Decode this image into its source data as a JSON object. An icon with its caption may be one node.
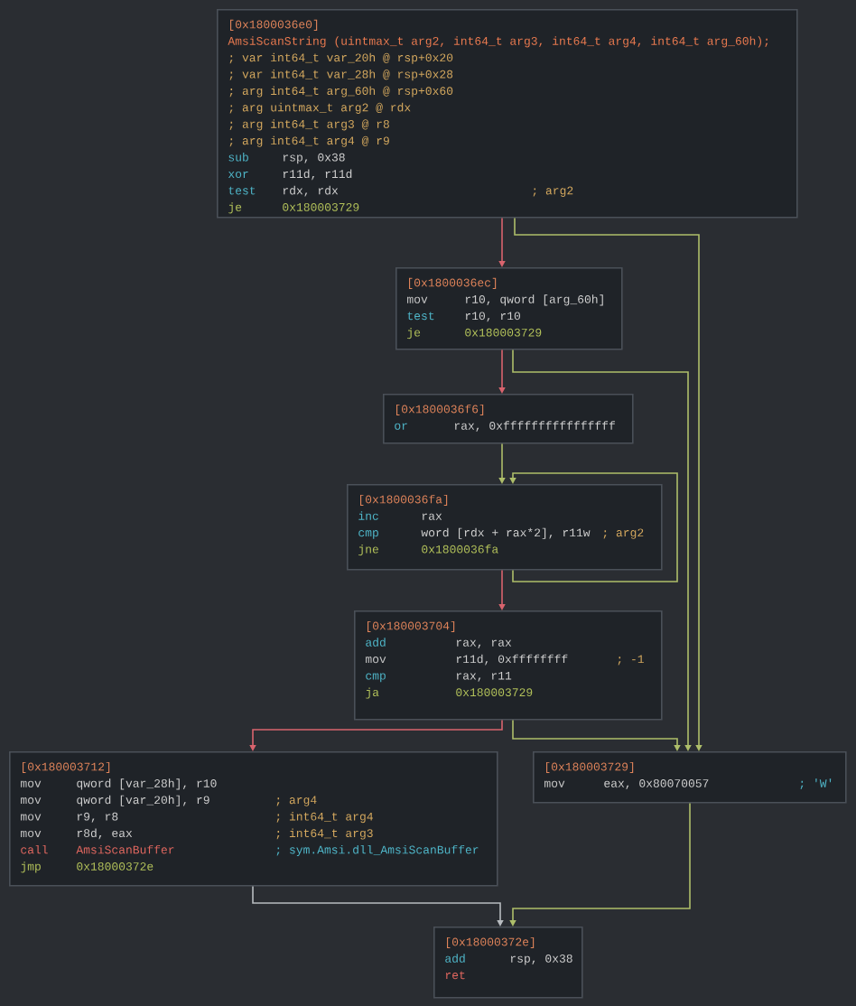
{
  "diagram": {
    "nodes": [
      {
        "text": [
          "[0x1800036e0]",
          "AmsiScanString (uintmax_t arg2, int64_t arg3, int64_t arg4, int64_t arg_60h);",
          "; var int64_t var_20h @ rsp+0x20",
          "; var int64_t var_28h @ rsp+0x28",
          "; arg int64_t arg_60h @ rsp+0x60",
          "; arg uintmax_t arg2 @ rdx",
          "; arg int64_t arg3 @ r8",
          "; arg int64_t arg4 @ r9",
          "sub",
          "rsp, 0x38",
          "xor",
          "r11d, r11d",
          "test",
          "rdx, rdx",
          "; arg2",
          "je",
          "0x180003729"
        ]
      },
      {
        "text": [
          "[0x1800036ec]",
          "mov",
          "r10, qword [arg_60h]",
          "test",
          "r10, r10",
          "je",
          "0x180003729"
        ]
      },
      {
        "text": [
          "[0x1800036f6]",
          "or",
          "rax, 0xffffffffffffffff"
        ]
      },
      {
        "text": [
          "[0x1800036fa]",
          "inc",
          "rax",
          "cmp",
          "word [rdx + rax*2], r11w",
          "; arg2",
          "jne",
          "0x1800036fa"
        ]
      },
      {
        "text": [
          "[0x180003704]",
          "add",
          "rax, rax",
          "mov",
          "r11d, 0xffffffff",
          "; -1",
          "cmp",
          "rax, r11",
          "ja",
          "0x180003729"
        ]
      },
      {
        "text": [
          "[0x180003712]",
          "mov",
          "qword [var_28h], r10",
          "mov",
          "qword [var_20h], r9",
          "; arg4",
          "mov",
          "r9, r8",
          "; int64_t arg4",
          "mov",
          "r8d, eax",
          "; int64_t arg3",
          "call",
          "AmsiScanBuffer",
          "; sym.Amsi.dll_AmsiScanBuffer",
          "jmp",
          "0x18000372e"
        ]
      },
      {
        "text": [
          "[0x180003729]",
          "mov",
          "eax, 0x80070057",
          "; 'W'"
        ]
      },
      {
        "text": [
          "[0x18000372e]",
          "add",
          "rsp, 0x38",
          "ret"
        ]
      }
    ],
    "edges": [
      {
        "from": 0,
        "to": 1,
        "arrow": "to",
        "color": "#d9646e"
      },
      {
        "from": 0,
        "to": 6,
        "arrow": "to"
      },
      {
        "from": 1,
        "to": 2,
        "arrow": "to",
        "color": "#d9646e"
      },
      {
        "from": 1,
        "to": 6,
        "arrow": "to"
      },
      {
        "from": 2,
        "to": 3,
        "arrow": "to"
      },
      {
        "from": 3,
        "to": 3,
        "arrow": "to"
      },
      {
        "from": 3,
        "to": 4,
        "arrow": "to",
        "color": "#d9646e"
      },
      {
        "from": 4,
        "to": 5,
        "arrow": "to",
        "color": "#d9646e"
      },
      {
        "from": 4,
        "to": 6,
        "arrow": "to"
      },
      {
        "from": 5,
        "to": 7,
        "arrow": "to",
        "color": "#b8bcc0"
      },
      {
        "from": 6,
        "to": 7,
        "arrow": "to"
      }
    ]
  }
}
